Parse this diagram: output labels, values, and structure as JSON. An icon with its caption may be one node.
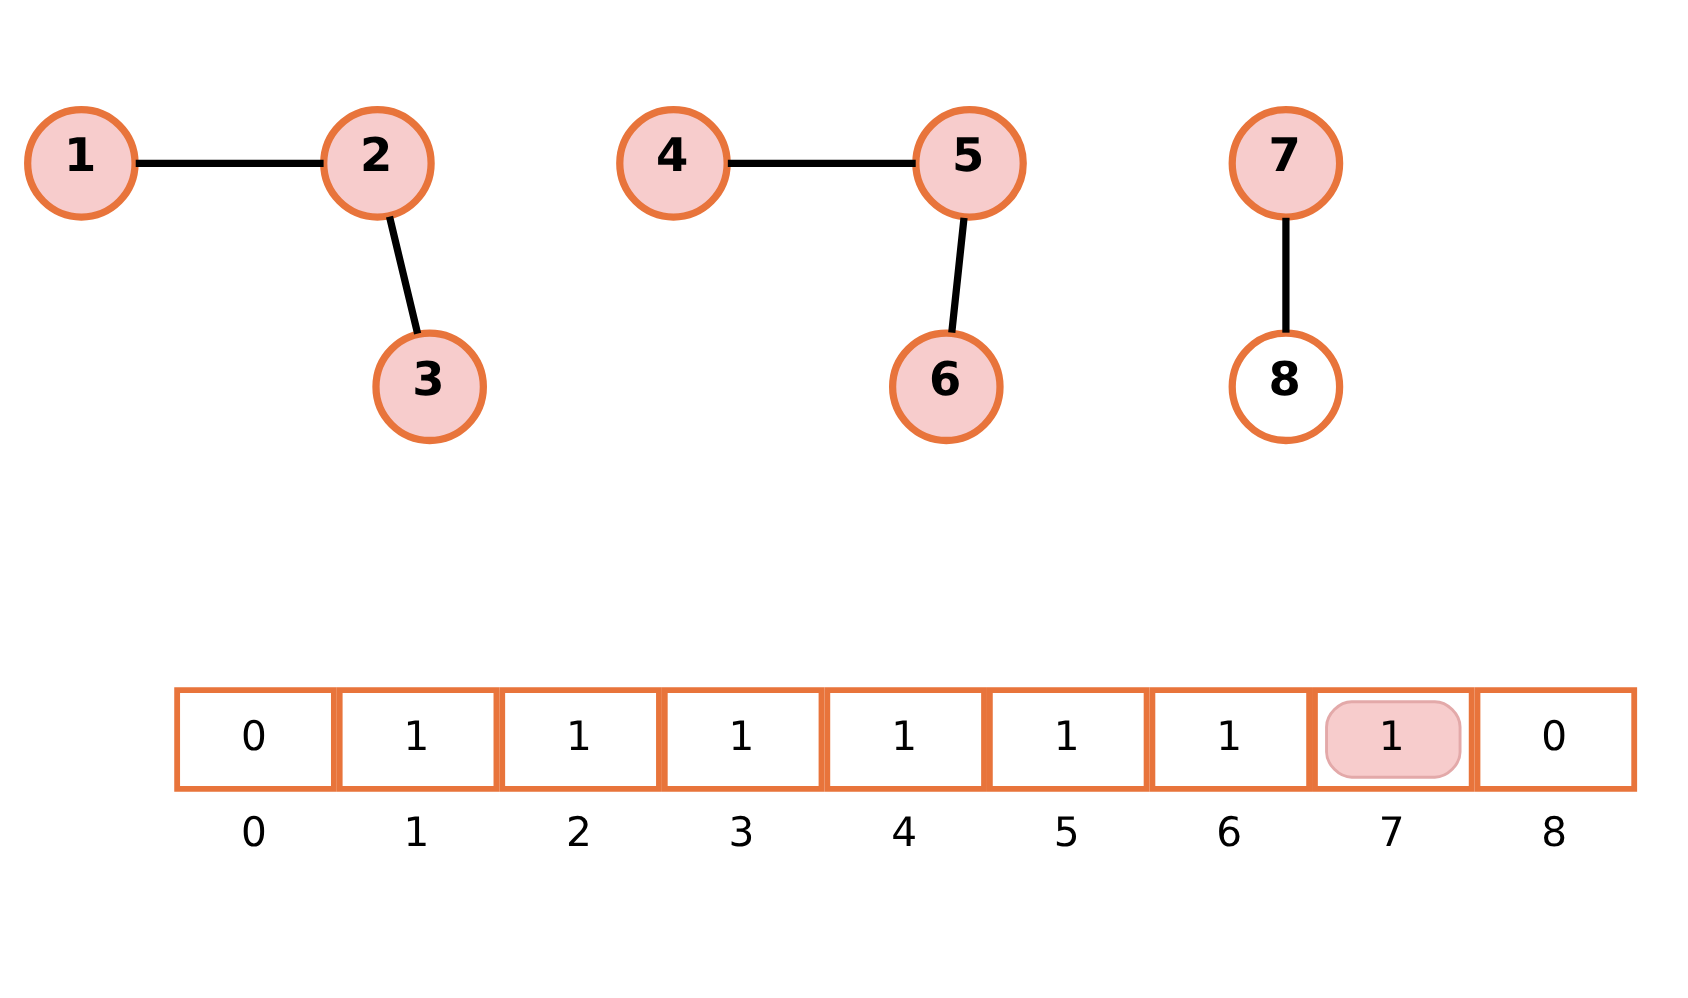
{
  "diagram": {
    "nodes": [
      {
        "text": [
          "1"
        ]
      },
      {
        "text": [
          "2"
        ]
      },
      {
        "text": [
          "3"
        ]
      },
      {
        "text": [
          "4"
        ]
      },
      {
        "text": [
          "5"
        ]
      },
      {
        "text": [
          "6"
        ]
      },
      {
        "text": [
          "7"
        ]
      },
      {
        "text": [
          "8"
        ]
      }
    ],
    "edges": [
      {
        "from": 0,
        "to": 1,
        "arrow": "none"
      },
      {
        "from": 1,
        "to": 2,
        "arrow": "none"
      },
      {
        "from": 3,
        "to": 4,
        "arrow": "none"
      },
      {
        "from": 4,
        "to": 5,
        "arrow": "none"
      },
      {
        "from": 6,
        "to": 7,
        "arrow": "none"
      }
    ],
    "labels": [
      "0",
      "1",
      "1",
      "1",
      "1",
      "1",
      "1",
      "1",
      "0",
      "0",
      "1",
      "2",
      "3",
      "4",
      "5",
      "6",
      "7",
      "8"
    ]
  }
}
